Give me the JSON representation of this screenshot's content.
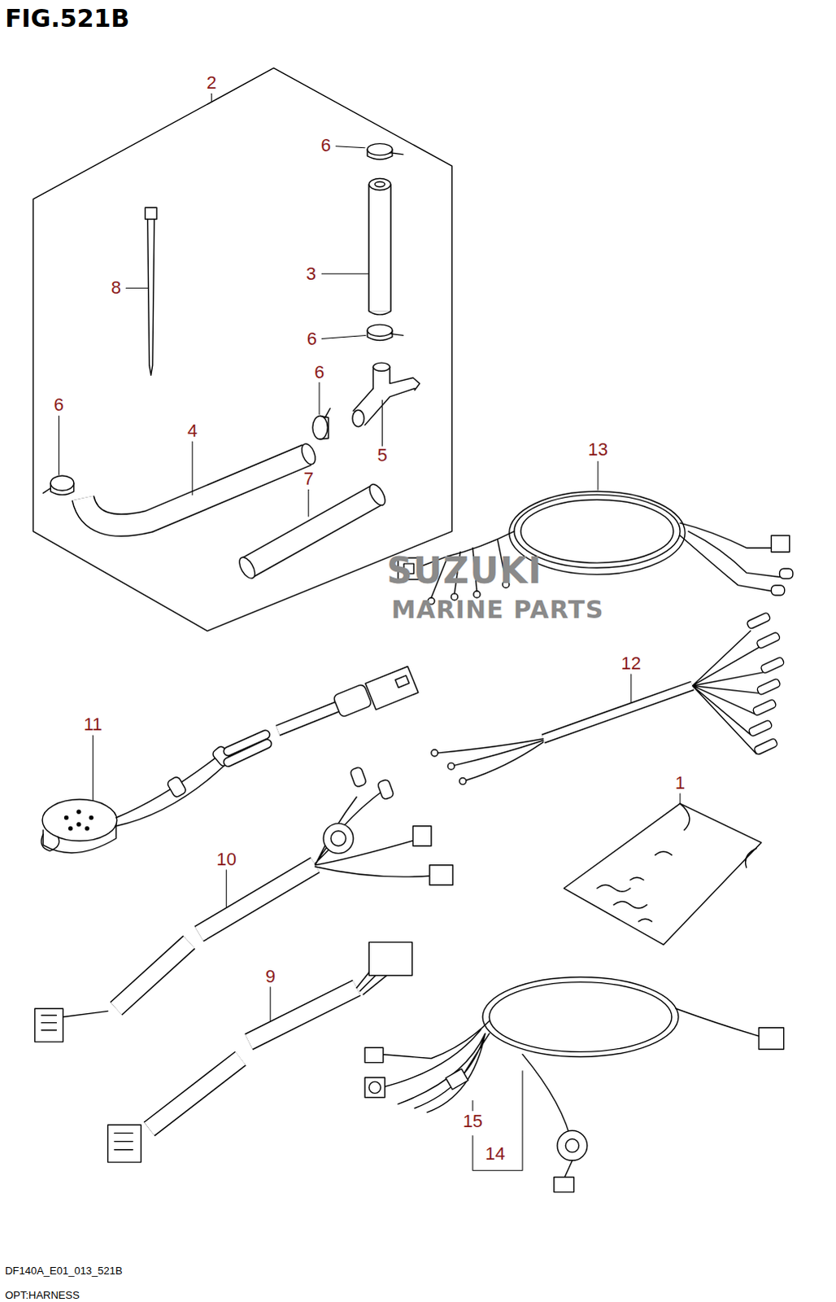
{
  "diagram": {
    "title": "FIG.521B",
    "labels": [
      "2",
      "6",
      "3",
      "8",
      "6",
      "6",
      "6",
      "4",
      "5",
      "7",
      "13",
      "SUZUKI",
      "MARINE PARTS",
      "12",
      "11",
      "1",
      "10",
      "9",
      "15",
      "14",
      "DF140A_E01_013_521B",
      "OPT:HARNESS"
    ]
  }
}
